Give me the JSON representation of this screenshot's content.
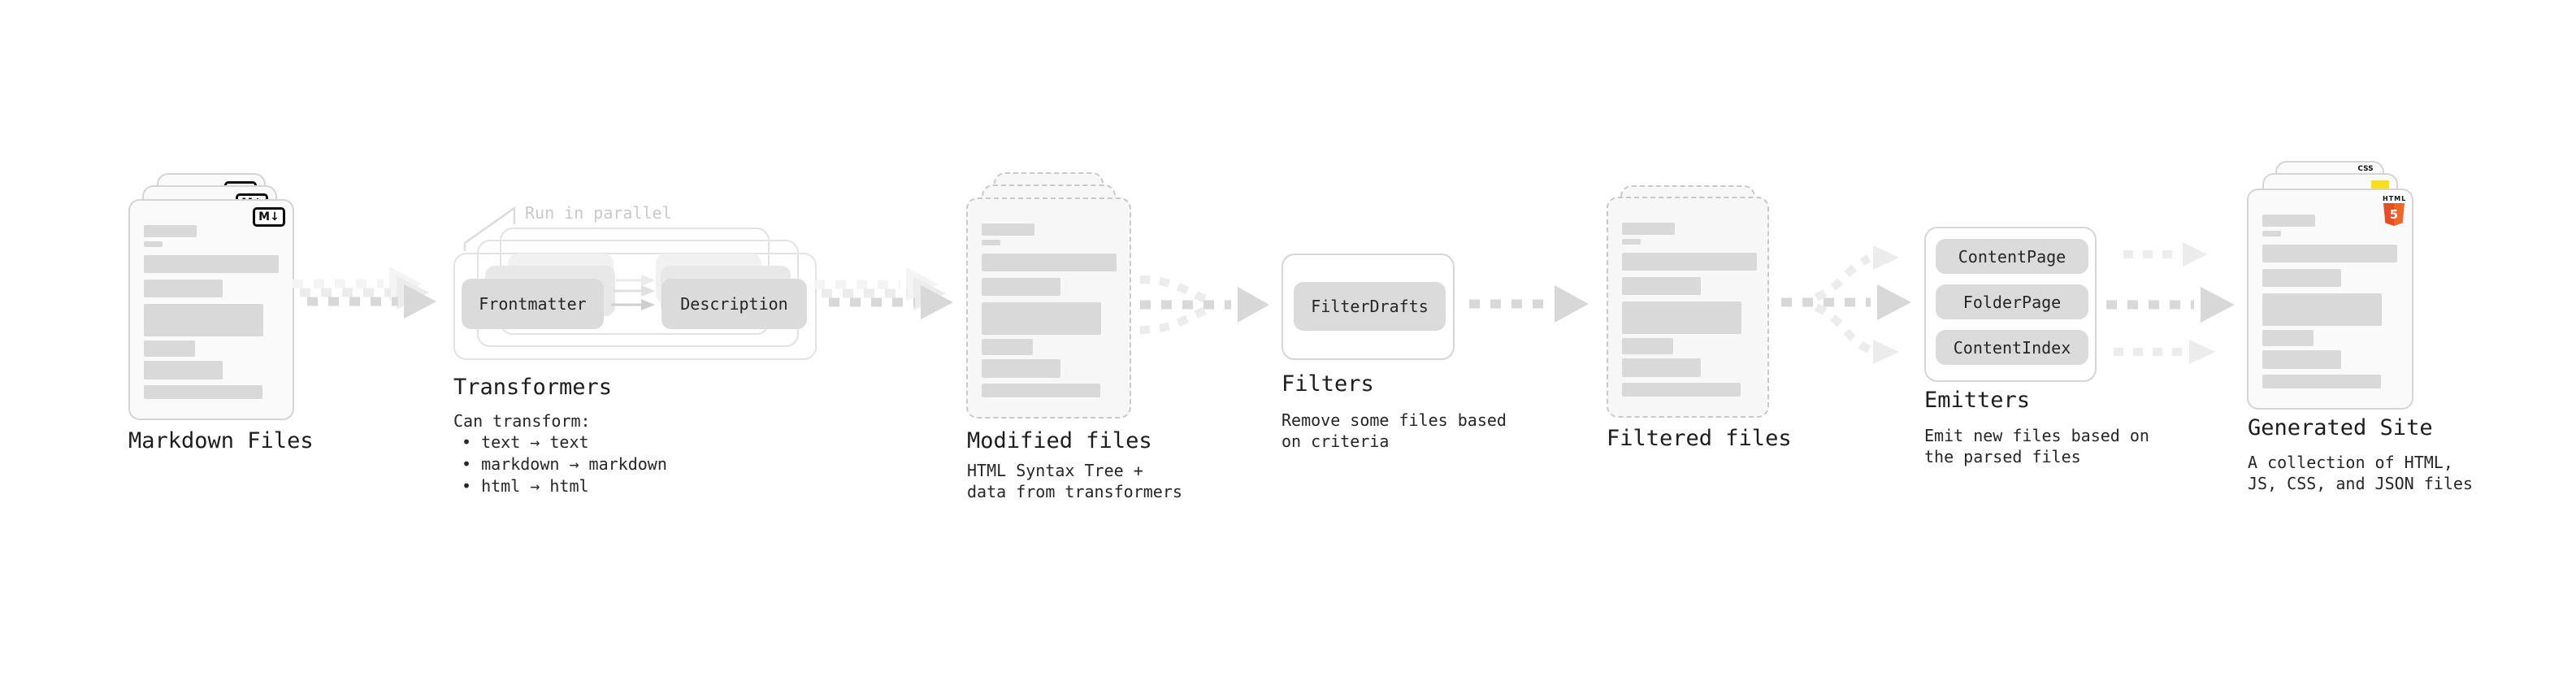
{
  "stages": {
    "markdown": {
      "label": "Markdown Files",
      "badge": "M↓"
    },
    "transformers": {
      "heading": "Transformers",
      "annotation": "Run in parallel",
      "pill_from": "Frontmatter",
      "pill_to": "Description",
      "desc_title": "Can transform:",
      "bullets": [
        "• text → text",
        "• markdown → markdown",
        "• html → html"
      ]
    },
    "modified": {
      "label": "Modified files",
      "desc": "HTML Syntax Tree +\ndata from transformers"
    },
    "filters": {
      "heading": "Filters",
      "pill": "FilterDrafts",
      "desc": "Remove some files based\non criteria"
    },
    "filtered": {
      "label": "Filtered files"
    },
    "emitters": {
      "heading": "Emitters",
      "pills": [
        "ContentPage",
        "FolderPage",
        "ContentIndex"
      ],
      "desc": "Emit new files based on\nthe parsed files"
    },
    "generated": {
      "label": "Generated Site",
      "desc": "A collection of HTML,\nJS, CSS, and JSON files",
      "badge_css": "CSS",
      "badge_html_text": "HTML",
      "badge_html_number": "5"
    }
  },
  "colors": {
    "html5_orange_dark": "#e44d26",
    "html5_orange_light": "#f16529",
    "js_yellow": "#f7df1e",
    "css_blue": "#2965f1",
    "pill_gray": "#dbdbdb",
    "bar_gray": "#d9d9d9",
    "arrow_dark": "#d8d8d8",
    "arrow_light": "#ededed"
  }
}
